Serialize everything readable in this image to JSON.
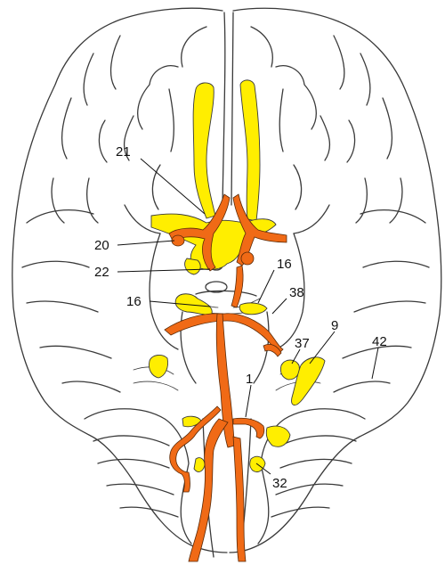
{
  "colors": {
    "outline": "#3a3a3a",
    "nerve": "#ffee00",
    "artery": "#f06a16",
    "background": "#ffffff",
    "label": "#111111"
  },
  "labels": {
    "l21": "21",
    "l20": "20",
    "l22": "22",
    "l16_left": "16",
    "l16_right": "16",
    "l38": "38",
    "l9": "9",
    "l37": "37",
    "l42": "42",
    "l1": "1",
    "l32": "32"
  }
}
